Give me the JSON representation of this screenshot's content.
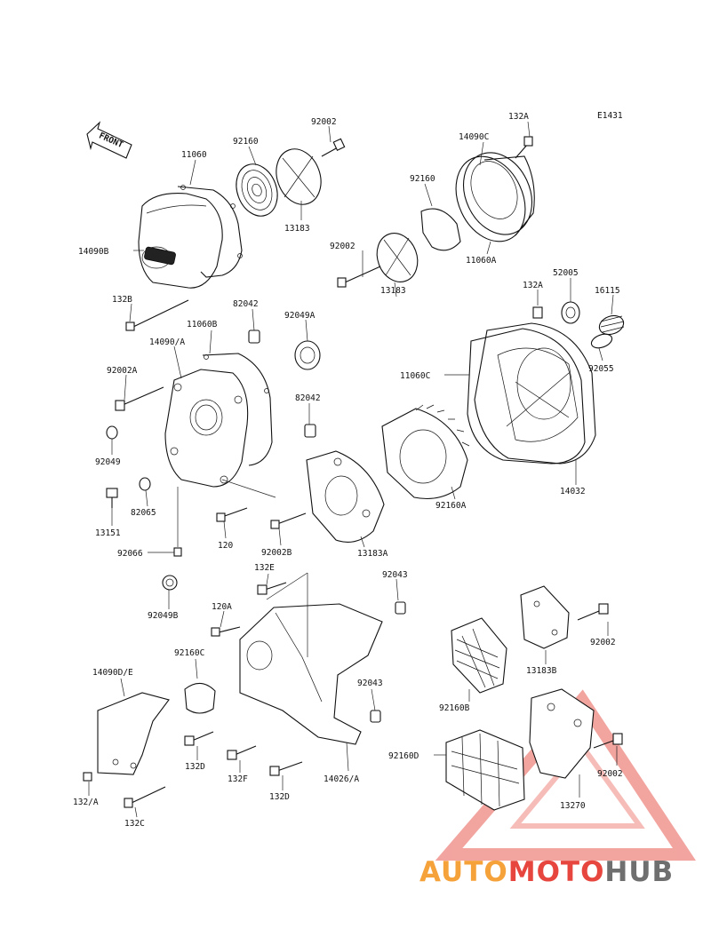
{
  "diagram": {
    "ref_code": "E1431",
    "front_arrow_label": "FRONT",
    "labels": {
      "l92002_top": "92002",
      "l11060": "11060",
      "l92160": "92160",
      "l13183_top": "13183",
      "l14090B": "14090B",
      "l132B": "132B",
      "l132A_top": "132A",
      "l14090C": "14090C",
      "l92160_mid": "92160",
      "l92002_mid": "92002",
      "l13183_mid": "13183",
      "l11060A": "11060A",
      "l132A_mid": "132A",
      "l52005": "52005",
      "l16115": "16115",
      "l92055": "92055",
      "l11060C": "11060C",
      "l14032": "14032",
      "l82042_top": "82042",
      "l11060B": "11060B",
      "l92049A": "92049A",
      "l14090A": "14090/A",
      "l92002A": "92002A",
      "l82042_mid": "82042",
      "l92049": "92049",
      "l82065": "82065",
      "l13151": "13151",
      "l92066": "92066",
      "l120": "120",
      "l92002B": "92002B",
      "l13183A": "13183A",
      "l92160A": "92160A",
      "l92049B": "92049B",
      "l132E": "132E",
      "l92043_top": "92043",
      "l120A": "120A",
      "l92160C": "92160C",
      "l14090DE": "14090D/E",
      "l92043_mid": "92043",
      "l132D_left": "132D",
      "l132F": "132F",
      "l132D_mid": "132D",
      "l14026A": "14026/A",
      "l132A_bot": "132/A",
      "l132C": "132C",
      "l92002_r1": "92002",
      "l13183B": "13183B",
      "l92160B": "92160B",
      "l92160D": "92160D",
      "l92002_r2": "92002",
      "l13270": "13270"
    }
  },
  "watermark": {
    "part1": "AUTO",
    "part2": "MOTO",
    "part3": "HUB",
    "colors": {
      "orange": "#f5a23a",
      "red": "#e7463e",
      "gray": "#6f6f6f"
    }
  }
}
